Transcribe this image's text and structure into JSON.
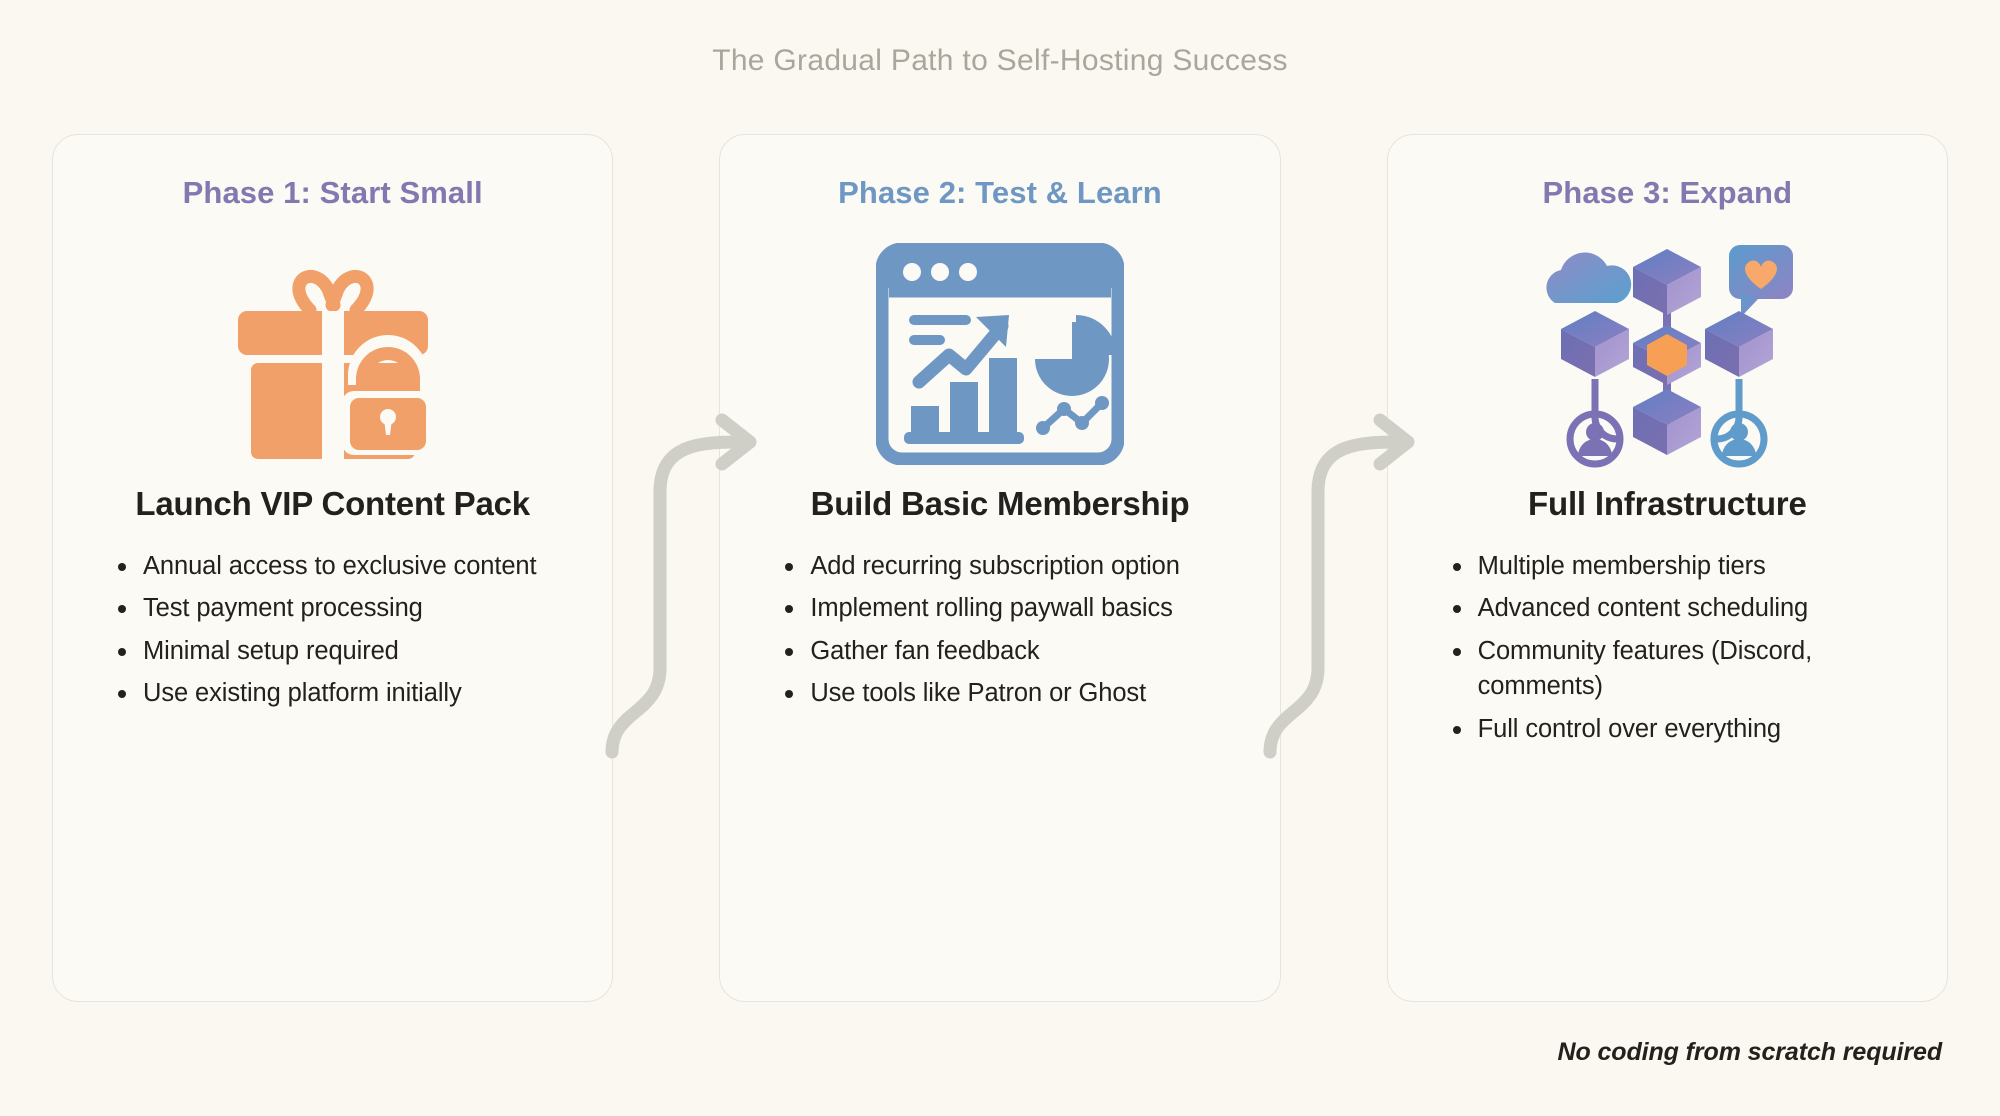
{
  "title": "The Gradual Path to Self-Hosting Success",
  "footer_note": "No coding from scratch required",
  "colors": {
    "page_background": "#faf8f0",
    "card_background": "#fbfaf4",
    "card_border": "#e6e4dc",
    "title_text": "#a9a69c",
    "body_text": "#23211e",
    "phase_purple": "#8179b0",
    "phase_blue": "#6f97c4",
    "icon_orange": "#f0a068",
    "connector_gray": "#cfcec7"
  },
  "phases": [
    {
      "label": "Phase 1: Start Small",
      "label_color": "#8179b0",
      "icon": "gift-lock-icon",
      "heading": "Launch VIP Content Pack",
      "bullets": [
        "Annual access to exclusive content",
        "Test payment processing",
        "Minimal setup required",
        "Use existing platform initially"
      ]
    },
    {
      "label": "Phase 2: Test & Learn",
      "label_color": "#6f97c4",
      "icon": "analytics-dashboard-icon",
      "heading": "Build Basic Membership",
      "bullets": [
        "Add recurring subscription option",
        "Implement rolling paywall basics",
        "Gather fan feedback",
        "Use tools like Patron or Ghost"
      ]
    },
    {
      "label": "Phase 3: Expand",
      "label_color": "#8179b0",
      "icon": "network-infrastructure-icon",
      "heading": "Full Infrastructure",
      "bullets": [
        "Multiple membership tiers",
        "Advanced content scheduling",
        "Community features (Discord, comments)",
        "Full control over everything"
      ]
    }
  ],
  "connectors": [
    {
      "name": "arrow-phase1-to-phase2"
    },
    {
      "name": "arrow-phase2-to-phase3"
    }
  ]
}
